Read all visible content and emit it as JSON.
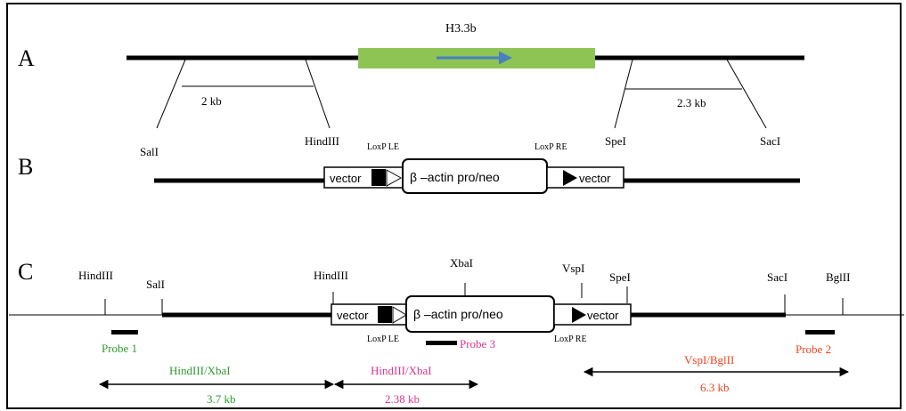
{
  "panels": {
    "a": {
      "letter": "A",
      "gene": "H3.3b",
      "left_arm": "2 kb",
      "right_arm": "2.3 kb"
    },
    "b": {
      "letter": "B",
      "sites": {
        "sali": "SalI",
        "hindiii": "HindIII",
        "spei": "SpeI",
        "saci": "SacI"
      },
      "loxp_le": "LoxP LE",
      "loxp_re": "LoxP RE",
      "vector_left": "vector",
      "vector_right": "vector",
      "cassette": "β –actin pro/neo"
    },
    "c": {
      "letter": "C",
      "sites": {
        "hindiii_1": "HindIII",
        "sali": "SalI",
        "hindiii_2": "HindIII",
        "xbai": "XbaI",
        "vspi": "VspI",
        "spei": "SpeI",
        "saci": "SacI",
        "bglii": "BglII"
      },
      "loxp_le": "LoxP LE",
      "loxp_re": "LoxP RE",
      "vector_left": "vector",
      "vector_right": "vector",
      "cassette": "β –actin pro/neo",
      "probe1": "Probe 1",
      "probe2": "Probe 2",
      "probe3": "Probe 3",
      "frag1": {
        "enzymes": "HindIII/XbaI",
        "size": "3.7 kb"
      },
      "frag2": {
        "enzymes": "HindIII/XbaI",
        "size": "2.38 kb"
      },
      "frag3": {
        "enzymes": "VspI/BglII",
        "size": "6.3 kb"
      }
    }
  },
  "colors": {
    "gene_box": "#8dc454",
    "gene_arrow": "#4a7fc1",
    "probe1_text": "#2e9a2e",
    "frag1_text": "#2e9a2e",
    "probe3_text": "#e0338f",
    "frag2_text": "#e0338f",
    "probe2_text": "#f0431e",
    "frag3_text": "#f0431e"
  }
}
